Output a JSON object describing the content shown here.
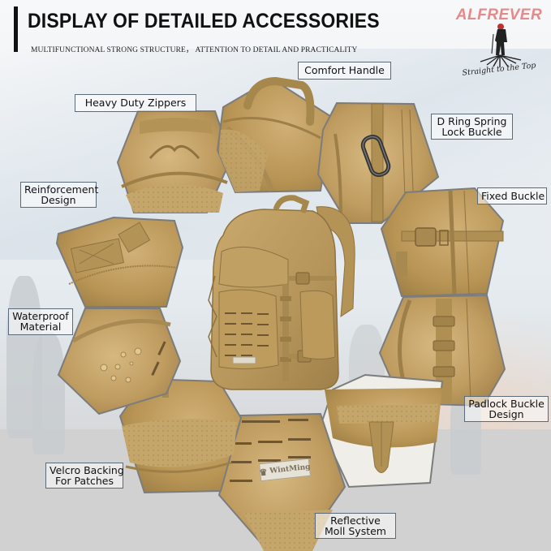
{
  "header": {
    "title": "DISPLAY OF DETAILED ACCESSORIES",
    "subtitle": "MULTIFUNCTIONAL STRONG STRUCTURE，  ATTENTION TO DETAIL AND PRACTICALITY"
  },
  "brand": {
    "name": "ALFREVER",
    "tagline": "Straight to the Top",
    "icon": "hiker-on-summit-icon",
    "color": "#e48a8a"
  },
  "center": {
    "product": "tactical-backpack",
    "patch_text": "WintMing",
    "color": "#bf9c60"
  },
  "features": [
    {
      "id": "comfort-handle",
      "label": "Comfort Handle"
    },
    {
      "id": "heavy-duty-zippers",
      "label": "Heavy Duty Zippers"
    },
    {
      "id": "d-ring",
      "line1": "D Ring Spring",
      "line2": "Lock Buckle"
    },
    {
      "id": "reinforcement",
      "line1": "Reinforcement",
      "line2": "Design"
    },
    {
      "id": "fixed-buckle",
      "label": "Fixed Buckle"
    },
    {
      "id": "waterproof",
      "line1": "Waterproof",
      "line2": "Material"
    },
    {
      "id": "padlock-buckle",
      "line1": "Padlock Buckle",
      "line2": "Design"
    },
    {
      "id": "velcro",
      "line1": "Velcro Backing",
      "line2": "For Patches"
    },
    {
      "id": "reflective-molle",
      "line1": "Reflective",
      "line2": "Moll System"
    }
  ],
  "detail_patch": {
    "text": "WintMing"
  },
  "colors": {
    "tan": "#bf9c60",
    "label_border": "#5b6b7a",
    "title": "#111111",
    "ground": "#d1d1d1"
  }
}
